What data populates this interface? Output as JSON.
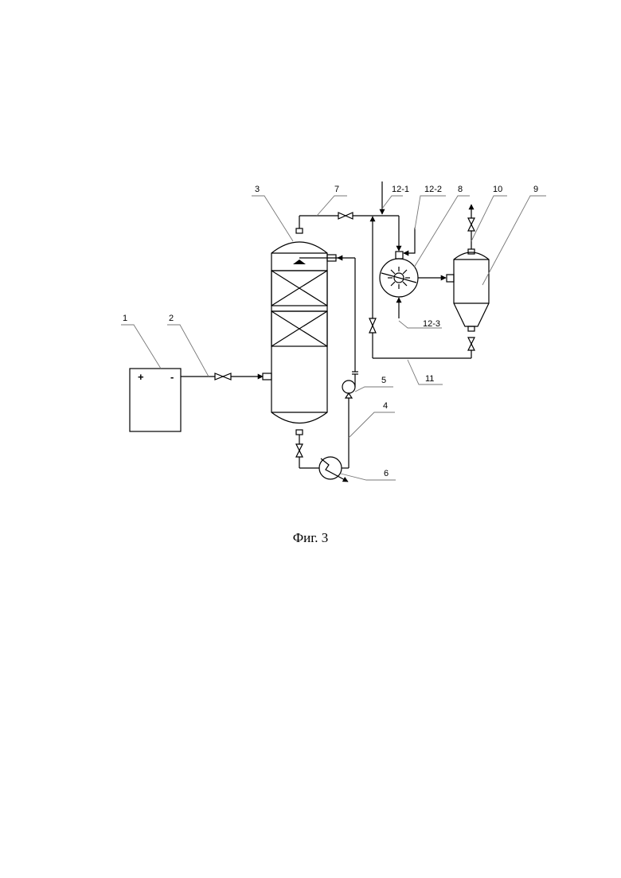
{
  "caption": "Фиг. 3",
  "power_source": {
    "plus": "+",
    "minus": "-"
  },
  "labels": {
    "l1": "1",
    "l2": "2",
    "l3": "3",
    "l4": "4",
    "l5": "5",
    "l6": "6",
    "l7": "7",
    "l8": "8",
    "l9": "9",
    "l10": "10",
    "l11": "11",
    "l12_1": "12-1",
    "l12_2": "12-2",
    "l12_3": "12-3"
  }
}
